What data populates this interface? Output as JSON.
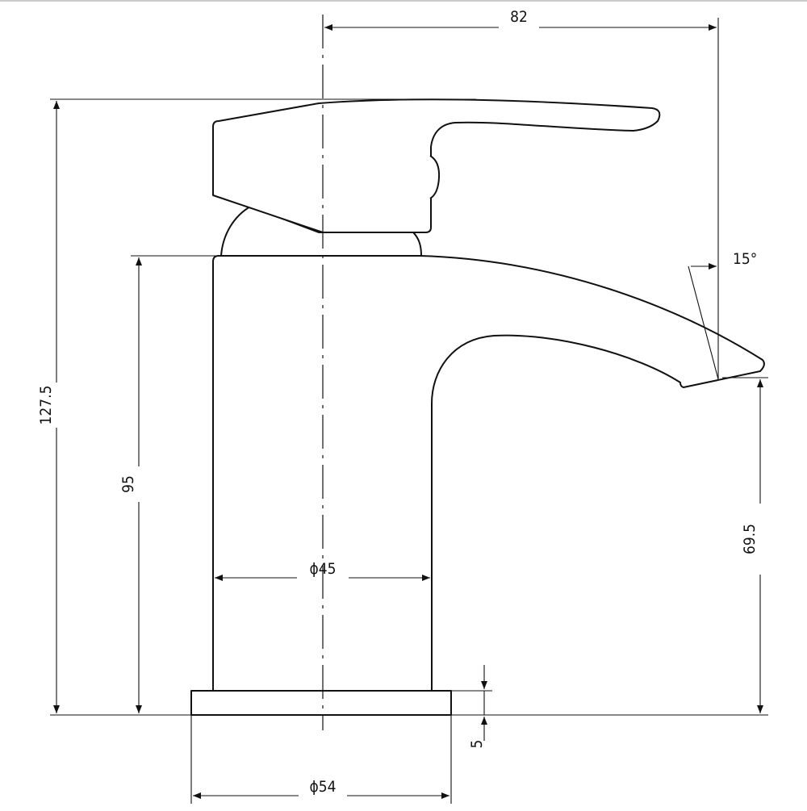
{
  "diagram": {
    "dimensions": {
      "overall_height": "127.5",
      "body_height": "95",
      "spout_projection": "82",
      "spout_angle": "15°",
      "spout_height": "69.5",
      "body_diameter": "ϕ45",
      "base_diameter": "ϕ54",
      "base_thickness": "5"
    }
  }
}
